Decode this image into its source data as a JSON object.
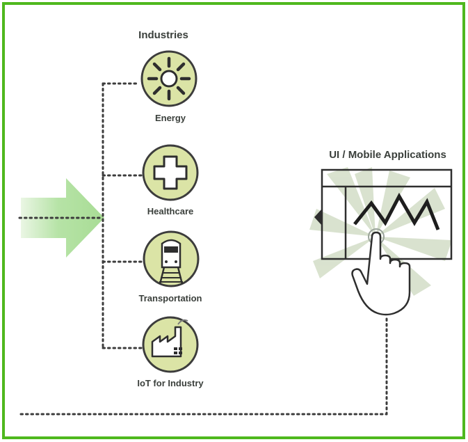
{
  "diagram": {
    "title": "Industries",
    "industries": [
      {
        "label": "Energy",
        "icon": "sun-icon"
      },
      {
        "label": "Healthcare",
        "icon": "medical-cross-icon"
      },
      {
        "label": "Transportation",
        "icon": "train-icon"
      },
      {
        "label": "IoT for Industry",
        "icon": "factory-icon"
      }
    ],
    "applications_label": "UI / Mobile Applications",
    "colors": {
      "frame": "#4fb81e",
      "badge_fill": "#dbe4a6",
      "badge_stroke": "#3c3c3c",
      "arrow": "#b6e3a6",
      "ray": "#cfdcc2",
      "text": "#3a3f3b",
      "dots": "#3c3c3c"
    }
  }
}
